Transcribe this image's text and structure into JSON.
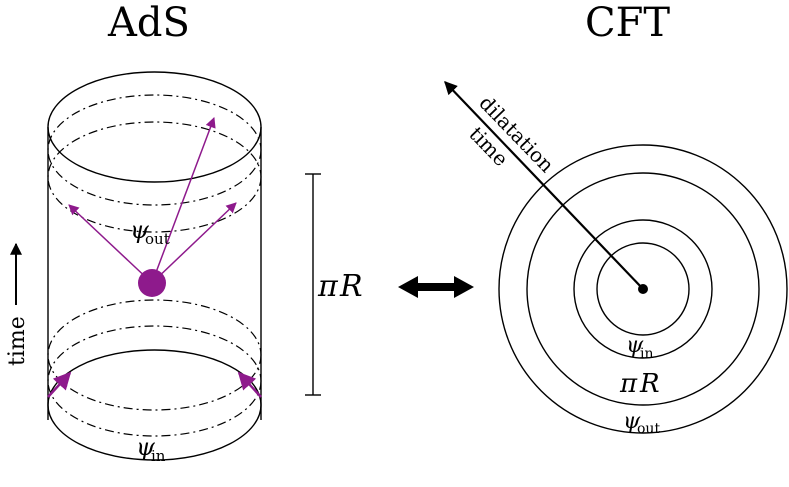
{
  "left": {
    "title": "AdS",
    "axis_label": "time",
    "psi_out": {
      "symbol": "ψ",
      "subscript": "out"
    },
    "psi_in": {
      "symbol": "ψ",
      "subscript": "in"
    }
  },
  "middle": {
    "length_label": {
      "pi": "π",
      "R": "R"
    }
  },
  "right": {
    "title": "CFT",
    "arrow_label_1": "dilatation",
    "arrow_label_2": "time",
    "psi_in": {
      "symbol": "ψ",
      "subscript": "in"
    },
    "pi_r": {
      "pi": "π",
      "R": "R"
    },
    "psi_out": {
      "symbol": "ψ",
      "subscript": "out"
    }
  },
  "colors": {
    "ink": "#000000",
    "accent": "#8e1a8c"
  }
}
